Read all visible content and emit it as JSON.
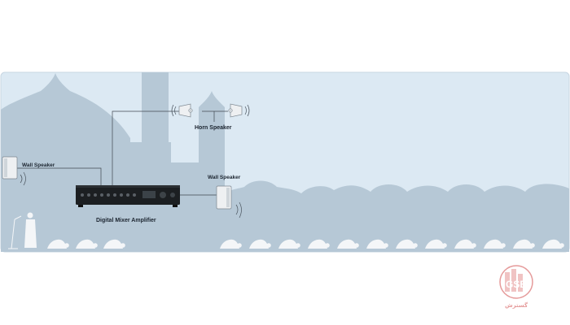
{
  "labels": {
    "horn_speaker": "Horn Speaker",
    "wall_speaker_left": "Wall Speaker",
    "wall_speaker_right": "Wall Speaker",
    "amplifier": "Digital Mixer Amplifier"
  },
  "watermark": {
    "logo_text": "GSB",
    "sub_text": "گسترش"
  },
  "colors": {
    "background": "#ffffff",
    "sky": "#dce9f3",
    "building": "#b6c8d6",
    "cable": "#404850",
    "amplifier": "#1c1f22",
    "speaker": "#eef0f2",
    "watermark": "#d04848"
  },
  "icons": [
    "horn-speaker-icon",
    "wall-speaker-icon",
    "amplifier-icon",
    "imam-figure-icon",
    "prostrating-worshipper-icon",
    "microphone-stand-icon",
    "gsb-logo-icon"
  ]
}
